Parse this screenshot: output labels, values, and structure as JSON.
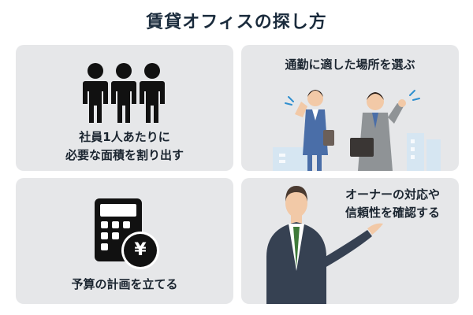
{
  "title": "賃貸オフィスの探し方",
  "cards": {
    "staff": {
      "line1": "社員1人あたりに",
      "line2": "必要な面積を割り出す"
    },
    "commute": {
      "label": "通勤に適した場所を選ぶ"
    },
    "budget": {
      "label": "予算の計画を立てる",
      "currency_symbol": "¥"
    },
    "owner": {
      "line1": "オーナーの対応や",
      "line2": "信頼性を確認する"
    }
  },
  "icons": {
    "staff": "people-group-icon",
    "commute": "commuters-icon",
    "budget": "calculator-yen-icon",
    "owner": "businessman-icon"
  },
  "colors": {
    "card_background": "#e6e7e9",
    "title_text": "#1a2b3c",
    "icon_dark": "#111111"
  }
}
